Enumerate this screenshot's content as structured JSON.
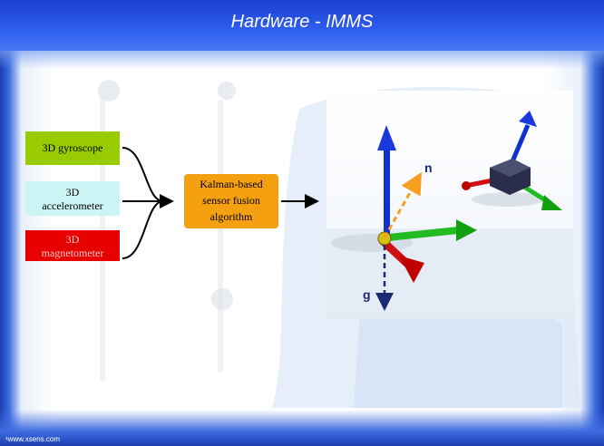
{
  "slide": {
    "title": "Hardware - IMMS",
    "footnote": "¹www.xsens.com"
  },
  "diagram": {
    "inputs": [
      {
        "lines": [
          "3D gyroscope"
        ],
        "color": "#99cc00",
        "text_color": "#000000"
      },
      {
        "lines": [
          "3D",
          "accelerometer"
        ],
        "color": "#ccf5f5",
        "text_color": "#000000"
      },
      {
        "lines": [
          "3D",
          "magnetometer"
        ],
        "color": "#e60000",
        "text_color": "#ffcccc"
      }
    ],
    "fusion": {
      "lines": [
        "Kalman-based",
        "sensor fusion",
        "algorithm"
      ],
      "color": "#f5a010"
    },
    "axis_labels": {
      "north": "n",
      "gravity": "g"
    }
  }
}
